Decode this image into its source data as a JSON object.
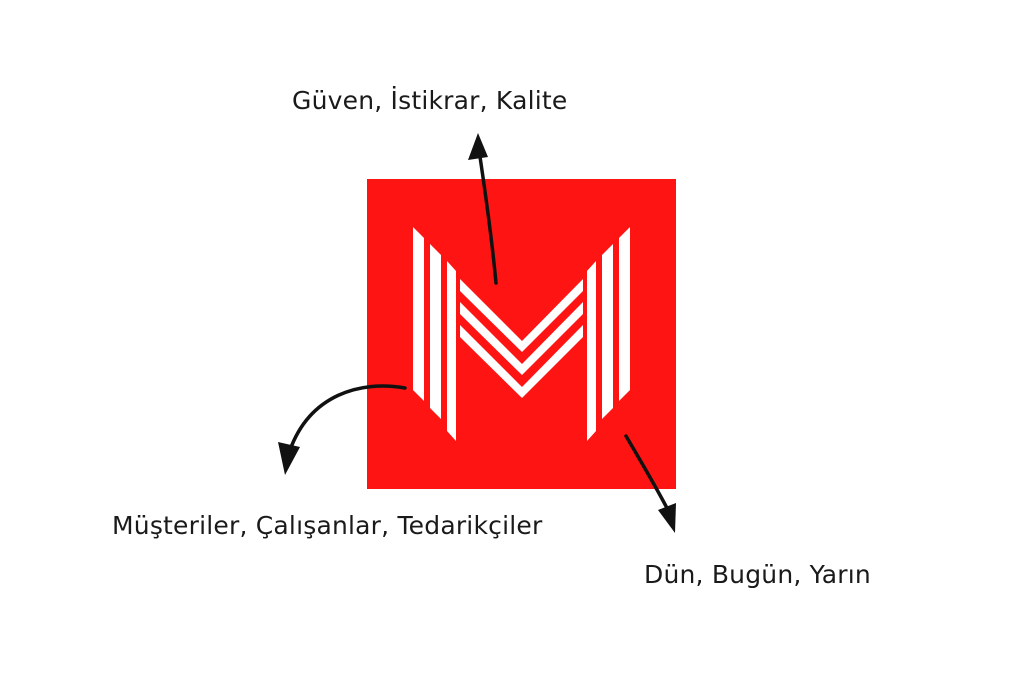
{
  "labels": {
    "top": "Güven, İstikrar, Kalite",
    "left": "Müşteriler, Çalışanlar, Tedarikçiler",
    "right": "Dün, Bugün, Yarın"
  },
  "logo": {
    "letter": "M",
    "background_color": "#ff1414",
    "stripe_color": "#ffffff"
  },
  "arrow_color": "#111111"
}
